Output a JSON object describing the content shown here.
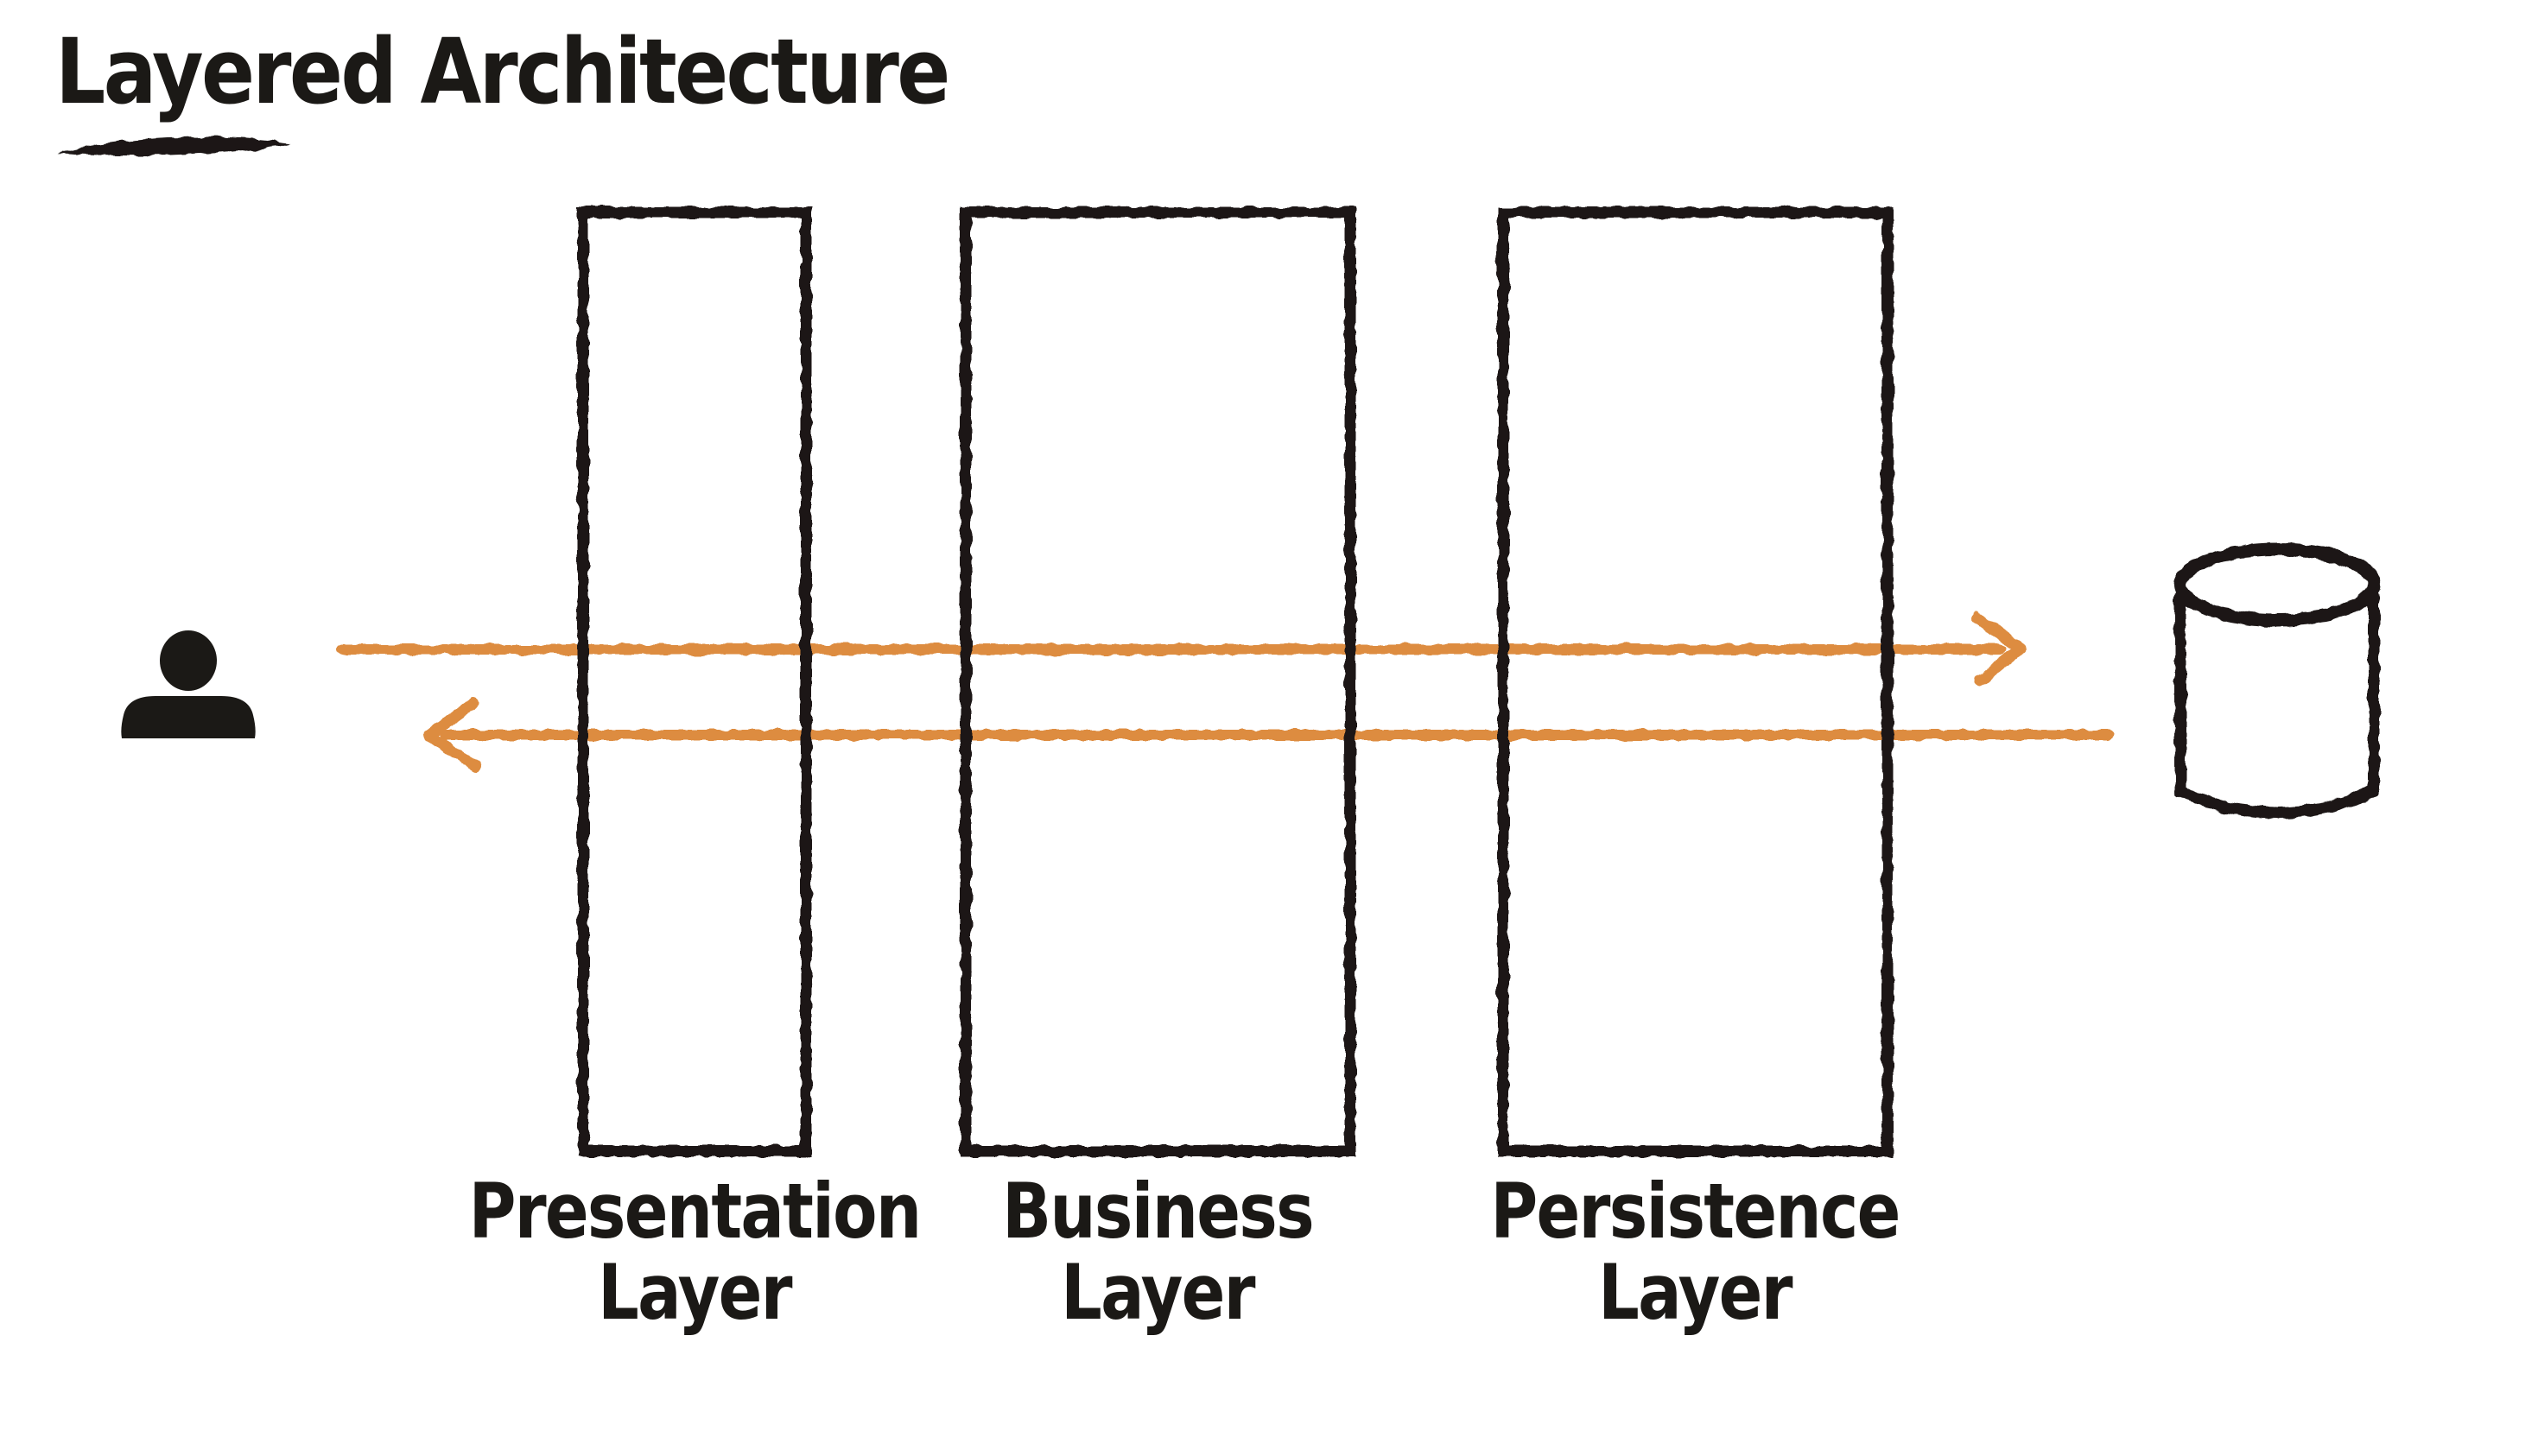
{
  "page": {
    "title": "Layered Architecture",
    "background": "#ffffff"
  },
  "colors": {
    "ink": "#1b1916",
    "accent": "#dd8c40",
    "background": "#ffffff"
  },
  "diagram": {
    "kind": "layered-architecture",
    "layers": [
      {
        "id": "presentation",
        "label_line1": "Presentation",
        "label_line2": "Layer"
      },
      {
        "id": "business",
        "label_line1": "Business",
        "label_line2": "Layer"
      },
      {
        "id": "persistence",
        "label_line1": "Persistence",
        "label_line2": "Layer"
      }
    ],
    "icons": {
      "user": "user-icon",
      "database": "database-cylinder-icon"
    },
    "flows": [
      {
        "id": "request",
        "direction": "left-to-right",
        "color": "#dd8c40"
      },
      {
        "id": "response",
        "direction": "right-to-left",
        "color": "#dd8c40"
      }
    ]
  }
}
